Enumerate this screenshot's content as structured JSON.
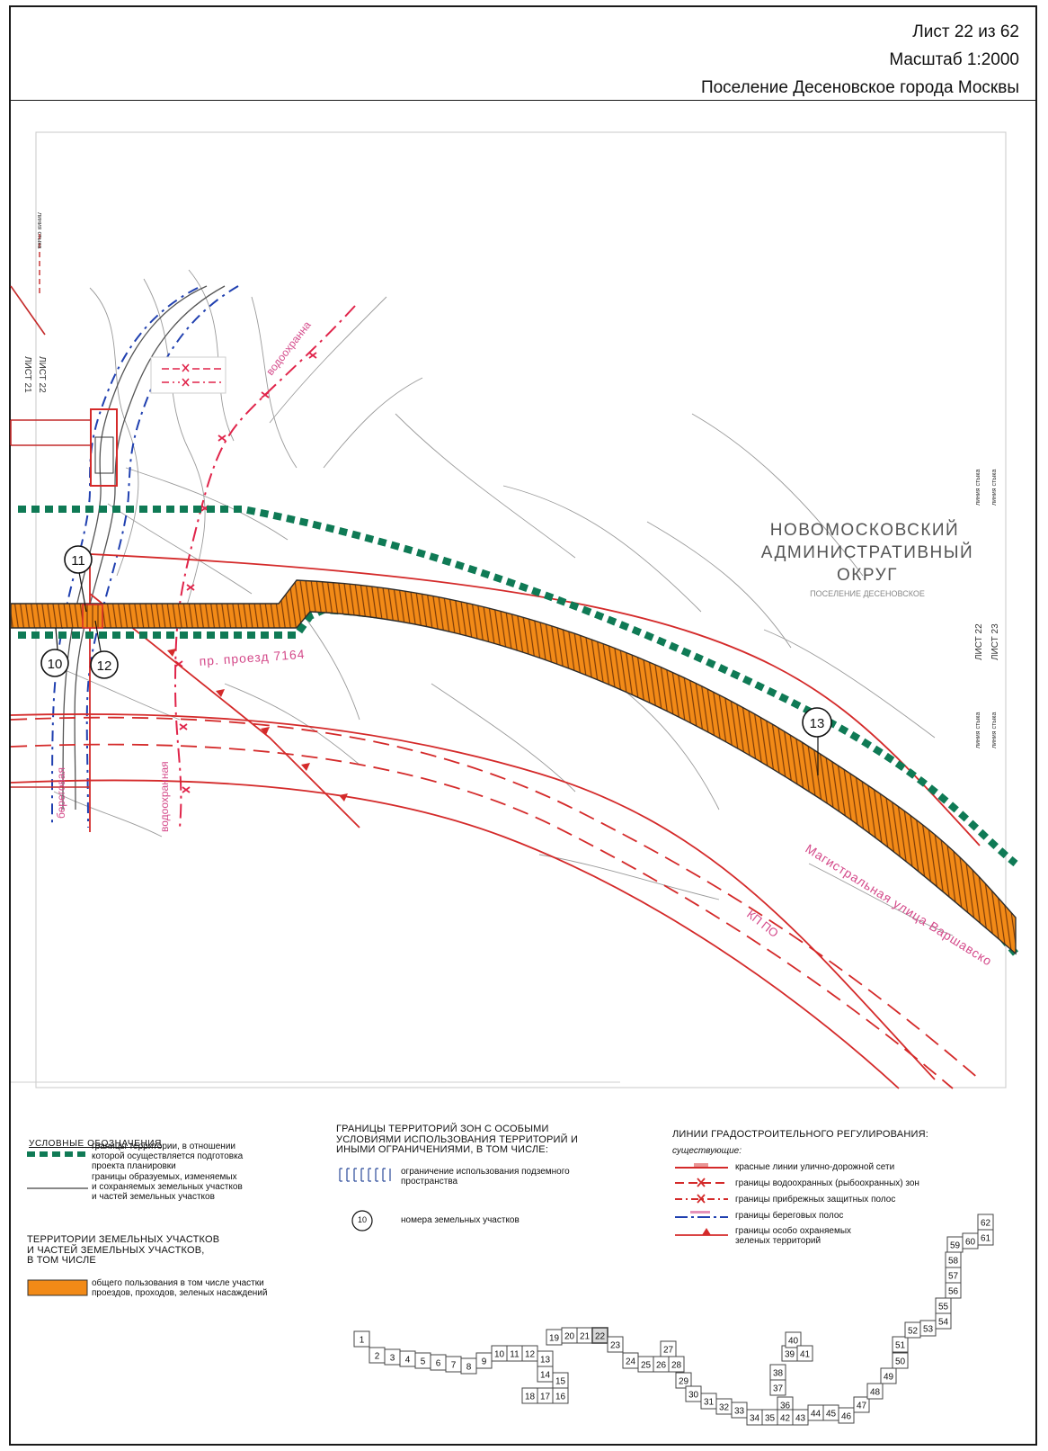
{
  "header": {
    "sheet": "Лист 22 из 62",
    "scale": "Масштаб 1:2000",
    "settlement": "Поселение Десеновское города Москвы"
  },
  "map": {
    "district_line1": "НОВОМОСКОВСКИЙ",
    "district_line2": "АДМИНИСТРАТИВНЫЙ",
    "district_line3": "ОКРУГ",
    "settlement_small": "ПОСЕЛЕНИЕ ДЕСЕНОВСКОЕ",
    "road_label": "пр. проезд 7164",
    "highway_label": "Магистральная улица Варшавско",
    "kp_label": "КП ПО",
    "water_label_1": "водоохранная",
    "water_label_2": "водоохранна",
    "shore_label": "береговая",
    "joint_line": "линия стыка",
    "sheet_left_22": "ЛИСТ 22",
    "sheet_left_21": "ЛИСТ 21",
    "sheet_right_22": "ЛИСТ 22",
    "sheet_right_23": "ЛИСТ 23",
    "parcels": [
      "10",
      "11",
      "12",
      "13"
    ],
    "colors": {
      "red_lines": "#d42a2a",
      "water_zone": "#e0244a",
      "green_boundary": "#0f7a55",
      "parcel_fill": "#f28a17",
      "shore_blue": "#2040b0",
      "label_pink": "#d44a8a"
    }
  },
  "legend": {
    "title": "УСЛОВНЫЕ ОБОЗНАЧЕНИЯ",
    "boundary_project": [
      "границы территории, в отношении",
      "которой осуществляется подготовка",
      "проекта планировки"
    ],
    "boundary_parcels": [
      "границы образуемых, изменяемых",
      "и сохраняемых земельных участков",
      "и частей земельных участков"
    ],
    "territories_head": [
      "ТЕРРИТОРИИ ЗЕМЕЛЬНЫХ УЧАСТКОВ",
      "И ЧАСТЕЙ ЗЕМЕЛЬНЫХ УЧАСТКОВ,",
      "В ТОМ ЧИСЛЕ"
    ],
    "public_use": [
      "общего пользования в том числе участки",
      "проездов, проходов, зеленых насаждений"
    ],
    "zones_head": [
      "ГРАНИЦЫ ТЕРРИТОРИЙ ЗОН С ОСОБЫМИ",
      "УСЛОВИЯМИ ИСПОЛЬЗОВАНИЯ ТЕРРИТОРИЙ И",
      "ИНЫМИ ОГРАНИЧЕНИЯМИ, В ТОМ ЧИСЛЕ:"
    ],
    "underground": [
      "ограничение использования подземного",
      "пространства"
    ],
    "parcel_numbers": "номера земельных участков",
    "parcel_example": "10",
    "regulation_head": "ЛИНИИ ГРАДОСТРОИТЕЛЬНОГО РЕГУЛИРОВАНИЯ:",
    "existing": "существующие:",
    "red_lines": "красные линии улично-дорожной сети",
    "water_zones": "границы водоохранных (рыбоохранных) зон",
    "coastal_belts": "границы прибрежных защитных полос",
    "shore_belts": "границы береговых полос",
    "green_areas": [
      "границы особо охраняемых",
      "зеленых территорий"
    ]
  },
  "sheet_index": [
    "1",
    "2",
    "3",
    "4",
    "5",
    "6",
    "7",
    "8",
    "9",
    "10",
    "11",
    "12",
    "13",
    "14",
    "15",
    "16",
    "17",
    "18",
    "19",
    "20",
    "21",
    "22",
    "23",
    "24",
    "25",
    "26",
    "27",
    "28",
    "29",
    "30",
    "31",
    "32",
    "33",
    "34",
    "35",
    "36",
    "37",
    "38",
    "39",
    "40",
    "41",
    "42",
    "43",
    "44",
    "45",
    "46",
    "47",
    "48",
    "49",
    "50",
    "51",
    "52",
    "53",
    "54",
    "55",
    "56",
    "57",
    "58",
    "59",
    "60",
    "61",
    "62"
  ],
  "current_sheet": "22"
}
